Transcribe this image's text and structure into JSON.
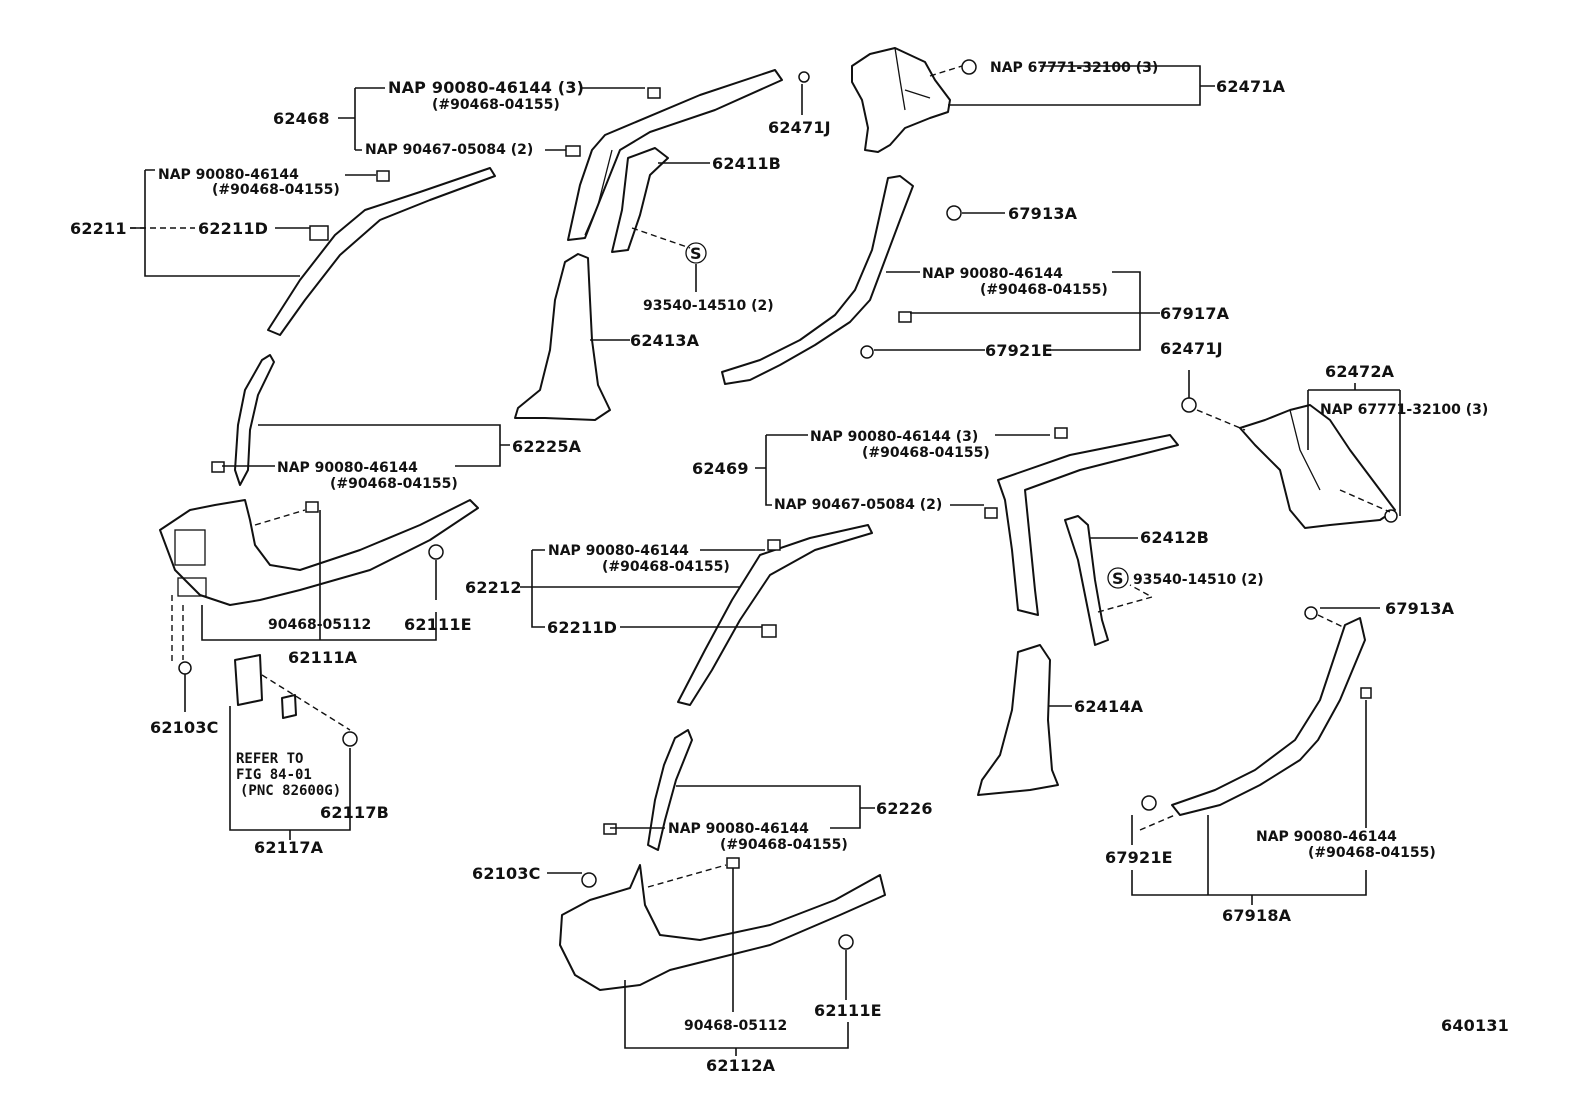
{
  "diagram": {
    "labels": {
      "p62468": "62468",
      "nap_62468_a": "NAP  90080-46144 (3)",
      "nap_62468_a_sub": "(#90468-04155)",
      "nap_62468_b": "NAP  90467-05084 (2)",
      "p62471J_top": "62471J",
      "nap_62471A": "NAP  67771-32100 (3)",
      "p62471A": "62471A",
      "nap_62211": "NAP  90080-46144",
      "nap_62211_sub": "(#90468-04155)",
      "p62211": "62211",
      "p62211D_top": "62211D",
      "p62411B": "62411B",
      "p67913A_top": "67913A",
      "p93540_top": "93540-14510 (2)",
      "nap_67917A": "NAP  90080-46144",
      "nap_67917A_sub": "(#90468-04155)",
      "p67917A": "67917A",
      "p62413A": "62413A",
      "p67921E_top": "67921E",
      "p62471J_right": "62471J",
      "p62472A": "62472A",
      "nap_62472A": "NAP  67771-32100 (3)",
      "p62225A": "62225A",
      "nap_62225A": "NAP  90080-46144",
      "nap_62225A_sub": "(#90468-04155)",
      "nap_62469_a": "NAP  90080-46144 (3)",
      "nap_62469_a_sub": "(#90468-04155)",
      "p62469": "62469",
      "nap_62469_b": "NAP  90467-05084 (2)",
      "p62412B": "62412B",
      "p93540_mid": "93540-14510 (2)",
      "nap_62212": "NAP  90080-46144",
      "nap_62212_sub": "(#90468-04155)",
      "p62212": "62212",
      "p62211D_mid": "62211D",
      "p90468_left": "90468-05112",
      "p62111E_left": "62111E",
      "p62111A": "62111A",
      "p67913A_right": "67913A",
      "p62103C_left": "62103C",
      "p62414A": "62414A",
      "refer1": "REFER TO",
      "refer2": "FIG 84-01",
      "refer3": "(PNC 82600G)",
      "p62117B": "62117B",
      "p62117A": "62117A",
      "p62226": "62226",
      "nap_62226": "NAP  90080-46144",
      "nap_62226_sub": "(#90468-04155)",
      "p62103C_mid": "62103C",
      "p67921E_right": "67921E",
      "nap_67918A": "NAP  90080-46144",
      "nap_67918A_sub": "(#90468-04155)",
      "p67918A": "67918A",
      "p90468_mid": "90468-05112",
      "p62111E_mid": "62111E",
      "p62112A": "62112A",
      "fig_no": "640131",
      "s_mark": "S"
    }
  }
}
